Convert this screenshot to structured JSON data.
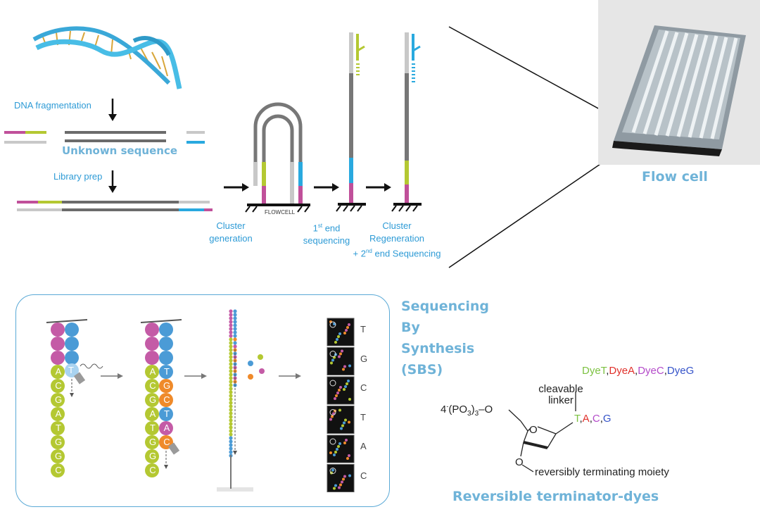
{
  "top": {
    "dna_fragmentation": "DNA fragmentation",
    "unknown_sequence": "Unknown sequence",
    "library_prep": "Library prep",
    "flowcell_label": "FLOWCELL",
    "cluster_generation": "Cluster generation",
    "first_end_pre": "1",
    "first_end_sup": "st",
    "first_end_post": " end",
    "first_end_line2": "sequencing",
    "regen_line1": "Cluster",
    "regen_line2": "Regeneration",
    "regen_line3_pre": "+ 2",
    "regen_line3_sup": "nd",
    "regen_line3_post": " end Sequencing",
    "flow_cell": "Flow cell"
  },
  "sbs": {
    "title_line1": "Sequencing",
    "title_line2": "By",
    "title_line3": "Synthesis",
    "title_line4": "(SBS)",
    "strand1_bases": [
      "A",
      "C",
      "G",
      "A",
      "T",
      "G",
      "G",
      "C"
    ],
    "strand2_bases": [
      "A",
      "C",
      "G",
      "A",
      "T",
      "G",
      "G",
      "C"
    ],
    "strand2_pairs": [
      "T",
      "G",
      "C",
      "T",
      "A",
      "C"
    ],
    "incoming_base": "T",
    "readout": [
      "T",
      "G",
      "C",
      "T",
      "A",
      "C"
    ]
  },
  "chemistry": {
    "dyes": [
      {
        "text": "DyeT",
        "color": "#7dc242"
      },
      {
        "text": "DyeA",
        "color": "#e0312b"
      },
      {
        "text": "DyeC",
        "color": "#b44bc9"
      },
      {
        "text": "DyeG",
        "color": "#3553c9"
      }
    ],
    "bases": [
      {
        "text": "T",
        "color": "#7dc242"
      },
      {
        "text": "A",
        "color": "#e0312b"
      },
      {
        "text": "C",
        "color": "#b44bc9"
      },
      {
        "text": "G",
        "color": "#3553c9"
      }
    ],
    "cleavable": "cleavable",
    "linker": "linker",
    "phosphate_pre": "4",
    "phosphate_sup": "-",
    "phosphate_main": "(PO",
    "phosphate_sub1": "3",
    "phosphate_close": ")",
    "phosphate_sub2": "3",
    "phosphate_o": "–O",
    "ring_o": "O",
    "three_o": "O",
    "moiety": "reversibly terminating moiety",
    "title": "Reversible terminator-dyes"
  },
  "colors": {
    "purple": "#c0509a",
    "olive": "#b4c832",
    "blue": "#29a9df",
    "gray_dark": "#6b6b6b",
    "gray_light": "#c8c8c8",
    "orange": "#ef8a2a",
    "title": "#6fb3d8"
  }
}
